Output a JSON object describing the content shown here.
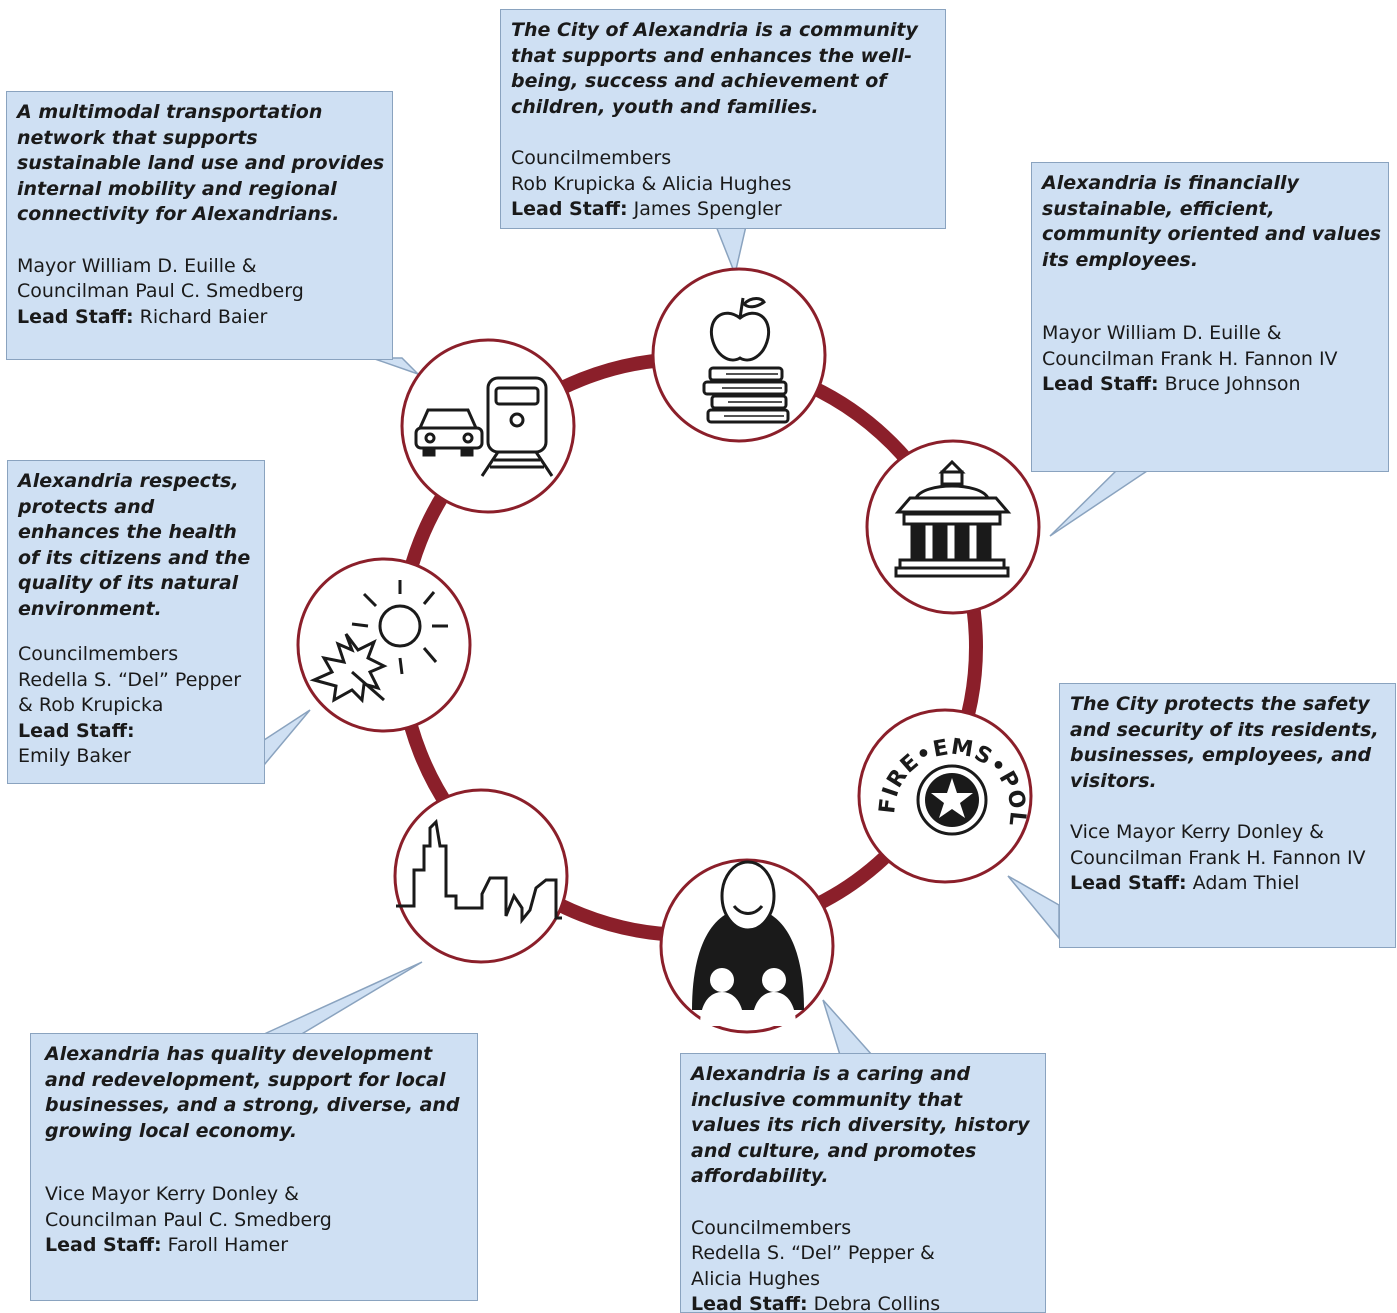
{
  "colors": {
    "ring": "#8b1f2a",
    "circle_fill": "#ffffff",
    "box_fill": "#cfe0f3",
    "box_border": "#8aa3bf",
    "icon": "#1a1a1a"
  },
  "boxes": {
    "transportation": {
      "goal_lines": [
        "A multimodal transportation",
        "network that supports",
        "sustainable land use and provides",
        "internal mobility and regional",
        "connectivity for Alexandrians."
      ],
      "member_lines": [
        "Mayor William D. Euille &",
        "Councilman Paul C. Smedberg"
      ],
      "lead_label": "Lead Staff:",
      "lead_name": " Richard Baier",
      "icon": "car-train-icon"
    },
    "children": {
      "goal_lines": [
        "The City of Alexandria is a community",
        "that supports and enhances the well-",
        "being, success and achievement of",
        "children, youth and families."
      ],
      "member_lines": [
        "Councilmembers",
        "Rob Krupicka & Alicia Hughes"
      ],
      "lead_label": "Lead Staff:",
      "lead_name": " James Spengler",
      "icon": "apple-books-icon"
    },
    "financial": {
      "goal_lines": [
        "Alexandria is financially",
        "sustainable, efficient,",
        "community oriented and values",
        "its employees."
      ],
      "member_lines": [
        "Mayor William D. Euille &",
        "Councilman Frank H. Fannon IV"
      ],
      "lead_label": "Lead Staff:",
      "lead_name": " Bruce Johnson",
      "icon": "government-building-icon"
    },
    "safety": {
      "goal_lines": [
        "The City protects the safety",
        "and security of its residents,",
        "businesses, employees, and",
        "visitors."
      ],
      "member_lines": [
        "Vice Mayor Kerry Donley &",
        "Councilman Frank H. Fannon IV"
      ],
      "lead_label": "Lead Staff:",
      "lead_name": " Adam Thiel",
      "icon": "fire-ems-police-badge-icon",
      "badge_text": {
        "left": "FIRE",
        "top": "EMS",
        "right": "POLICE"
      }
    },
    "caring": {
      "goal_lines": [
        "Alexandria is a caring and",
        "inclusive community that",
        "values its rich diversity, history",
        "and culture, and promotes",
        "affordability."
      ],
      "member_lines": [
        "Councilmembers",
        "Redella S. “Del” Pepper &",
        "Alicia Hughes"
      ],
      "lead_label": "Lead Staff:",
      "lead_name": " Debra Collins",
      "icon": "family-icon"
    },
    "economy": {
      "goal_lines": [
        "Alexandria has quality development",
        "and redevelopment, support for local",
        "businesses, and a strong, diverse, and",
        "growing local economy."
      ],
      "member_lines": [
        "Vice Mayor Kerry Donley &",
        "Councilman Paul C. Smedberg"
      ],
      "lead_label": "Lead Staff:",
      "lead_name": " Faroll Hamer",
      "icon": "city-skyline-icon"
    },
    "health": {
      "goal_lines": [
        "Alexandria respects,",
        "protects and",
        "enhances the health",
        "of its citizens and the",
        "quality of its natural",
        "environment."
      ],
      "member_lines": [
        "Councilmembers",
        "Redella S. “Del” Pepper",
        "& Rob Krupicka"
      ],
      "lead_label": "Lead Staff:",
      "lead_name": "Emily Baker",
      "icon": "sun-leaf-icon"
    }
  }
}
